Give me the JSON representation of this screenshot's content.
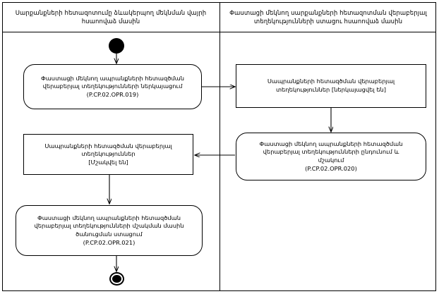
{
  "diagram": {
    "type": "uml-activity-swimlane",
    "lanes": [
      {
        "id": "lane-left",
        "title": "Սարքանքների հետազոտումը ձևակերպող  մեկնման վայրի\nհսաոովաձ մասին"
      },
      {
        "id": "lane-right",
        "title": "Փաստացի մեկնող սարքանքների հետազոտման վերաբերյալ\nտեղեկությունների ստացու հսաոովաձ մասին"
      }
    ],
    "nodes": [
      {
        "id": "start",
        "kind": "initial-node",
        "lane": "lane-left",
        "label": ""
      },
      {
        "id": "act-019",
        "kind": "activity",
        "lane": "lane-left",
        "text": "Փաստացի մեկնող ապրանքների հետազծման\nվերաբերյալ տեղեկությունների ներկայացում",
        "code": "(P.CP.02.OPR.019)"
      },
      {
        "id": "obj-presented",
        "kind": "object-node",
        "lane": "lane-right",
        "text": "Սապրանքների հետազծման վերաբերյալ\nտեղեկություններ [ներկայացվել են]",
        "code": ""
      },
      {
        "id": "act-020",
        "kind": "activity",
        "lane": "lane-right",
        "text": "Փաստացի մեկնող ապրանքների հետազծման\nվերաբերյալ տեղեկությունների ընդունում և\nմշակում",
        "code": "(P.CP.02.OPR.020)"
      },
      {
        "id": "obj-processed",
        "kind": "object-node",
        "lane": "lane-left",
        "text": "Սապրանքների հետազծման վերաբերյալ\nտեղեկություններ\n[Մշակվել են]",
        "code": ""
      },
      {
        "id": "act-021",
        "kind": "activity",
        "lane": "lane-left",
        "text": "Փաստացի մեկնող ապրանքների հետազծման\nվերաբերյալ տեղեկությունների մշակման մասին\nծանուցման ստացում",
        "code": "(P.CP.02.OPR.021)"
      },
      {
        "id": "end",
        "kind": "final-node",
        "lane": "lane-left",
        "label": ""
      }
    ],
    "edges": [
      {
        "from": "start",
        "to": "act-019"
      },
      {
        "from": "act-019",
        "to": "obj-presented"
      },
      {
        "from": "obj-presented",
        "to": "act-020"
      },
      {
        "from": "act-020",
        "to": "obj-processed"
      },
      {
        "from": "obj-processed",
        "to": "act-021"
      },
      {
        "from": "act-021",
        "to": "end"
      }
    ],
    "colors": {
      "stroke": "#000000",
      "fill": "#ffffff",
      "text": "#000000"
    }
  }
}
